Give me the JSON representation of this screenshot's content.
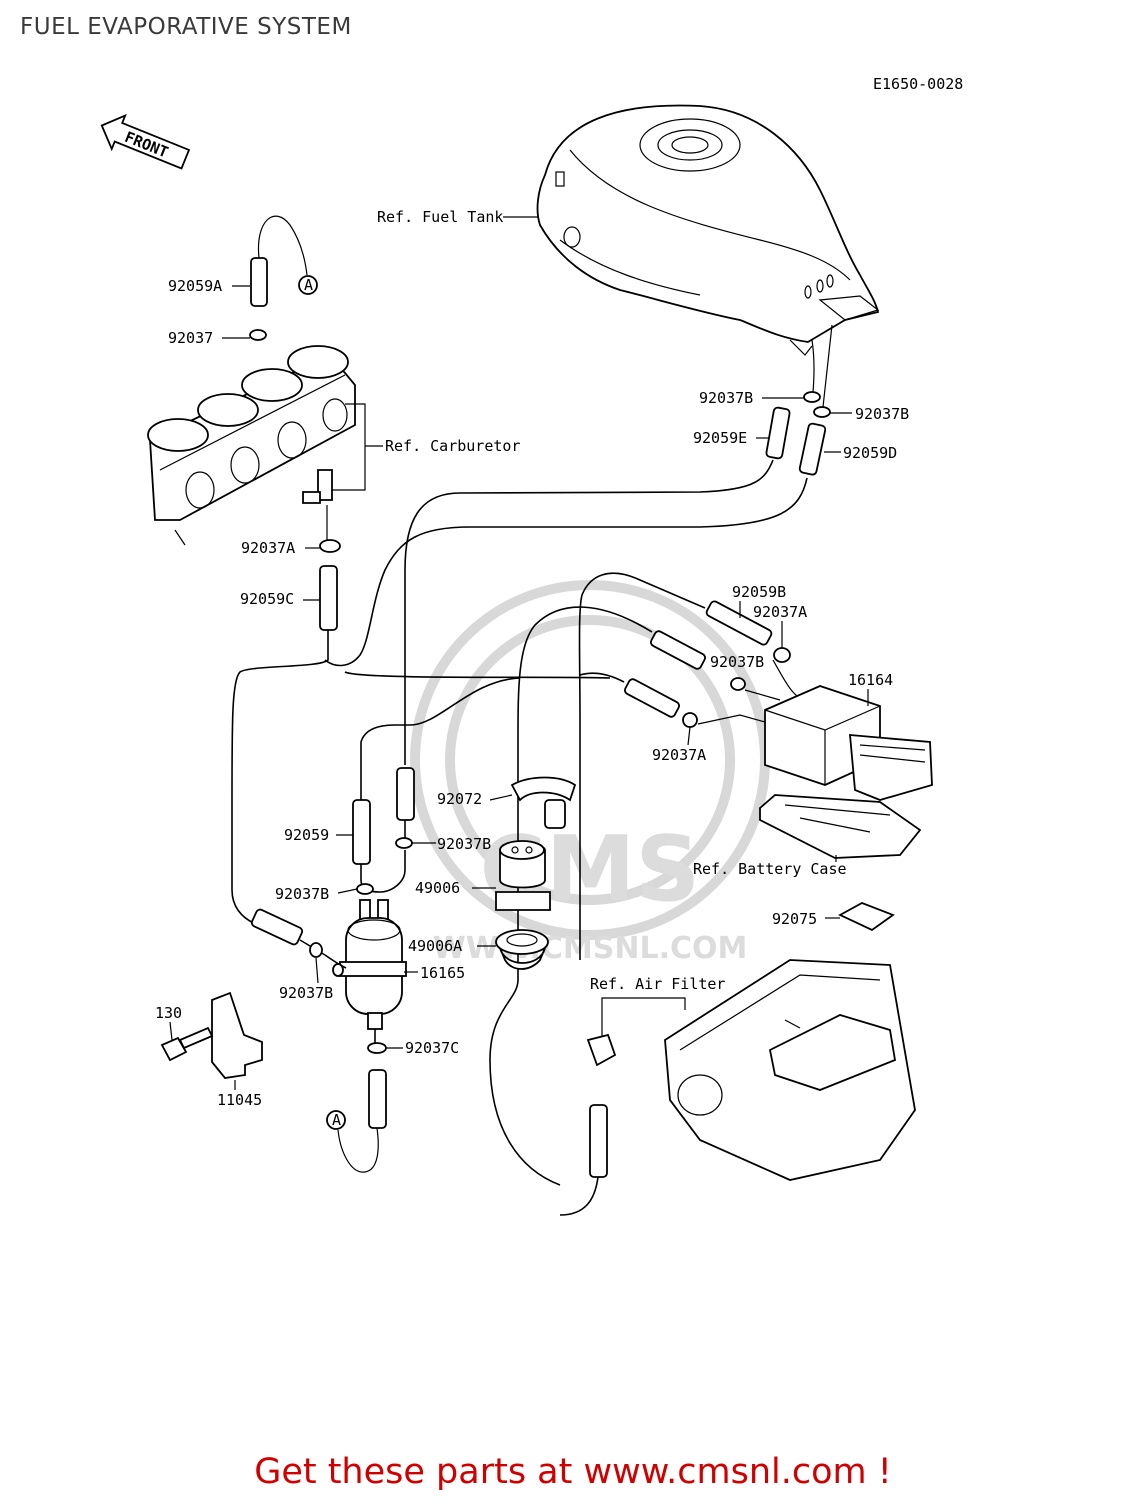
{
  "title": "FUEL EVAPORATIVE SYSTEM",
  "diagram_code": "E1650-0028",
  "front_arrow": "FRONT",
  "watermark": {
    "logo": "CMS",
    "site": "WWW.CMSNL.COM"
  },
  "connector_marker": "A",
  "labels": {
    "fuel_tank": "Ref. Fuel Tank",
    "carburetor": "Ref. Carburetor",
    "battery_case": "Ref. Battery Case",
    "air_filter": "Ref. Air Filter",
    "p92059A": "92059A",
    "p92037": "92037",
    "p92037B_tank_left": "92037B",
    "p92037B_tank_right": "92037B",
    "p92059E": "92059E",
    "p92059D": "92059D",
    "p92037A_carb": "92037A",
    "p92059C": "92059C",
    "p92059B": "92059B",
    "p92037A_canister_top": "92037A",
    "p92037B_canister": "92037B",
    "p16164": "16164",
    "p92037A_canister_bottom": "92037A",
    "p92072": "92072",
    "p92059": "92059",
    "p92037B_mid": "92037B",
    "p49006": "49006",
    "p92037B_pump_top": "92037B",
    "p49006A": "49006A",
    "p16165": "16165",
    "p92037B_pump_side": "92037B",
    "p92075": "92075",
    "p130": "130",
    "p11045": "11045",
    "p92037C": "92037C"
  },
  "footer_text": "Get these parts at www.cmsnl.com !"
}
